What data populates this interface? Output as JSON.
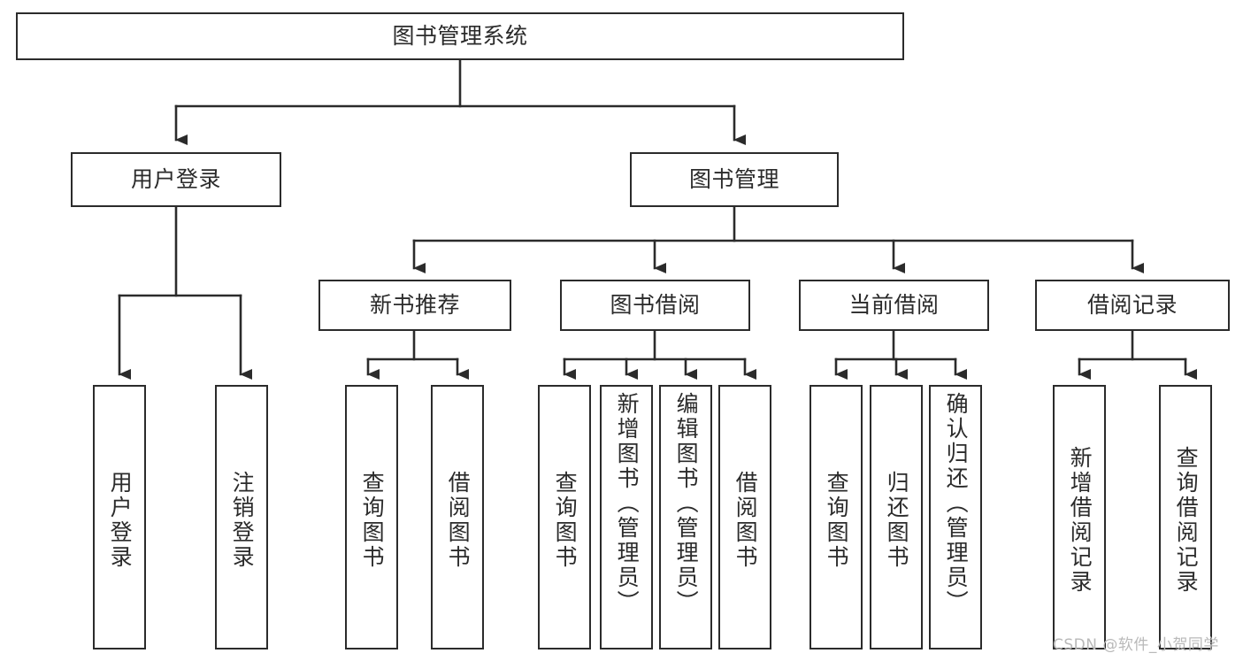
{
  "diagram": {
    "title": "图书管理系统",
    "watermark": "CSDN @软件_小贺同学",
    "colors": {
      "stroke": "#2b2b2b",
      "fill": "#ffffff",
      "text": "#2b2b2b",
      "watermark": "#b9b9b9"
    },
    "levels": {
      "root": {
        "label": "图书管理系统"
      },
      "level1": [
        {
          "label": "用户登录"
        },
        {
          "label": "图书管理"
        }
      ],
      "level2": [
        {
          "label": "新书推荐"
        },
        {
          "label": "图书借阅"
        },
        {
          "label": "当前借阅"
        },
        {
          "label": "借阅记录"
        }
      ],
      "leaves": {
        "user_login": [
          {
            "label": "用户登录"
          },
          {
            "label": "注销登录"
          }
        ],
        "new_book_recommend": [
          {
            "label": "查询图书"
          },
          {
            "label": "借阅图书"
          }
        ],
        "book_borrow": [
          {
            "label": "查询图书"
          },
          {
            "label": "新增图书（管理员）"
          },
          {
            "label": "编辑图书（管理员）"
          },
          {
            "label": "借阅图书"
          }
        ],
        "current_borrow": [
          {
            "label": "查询图书"
          },
          {
            "label": "归还图书"
          },
          {
            "label": "确认归还（管理员）"
          }
        ],
        "borrow_record": [
          {
            "label": "新增借阅记录"
          },
          {
            "label": "查询借阅记录"
          }
        ]
      }
    }
  }
}
